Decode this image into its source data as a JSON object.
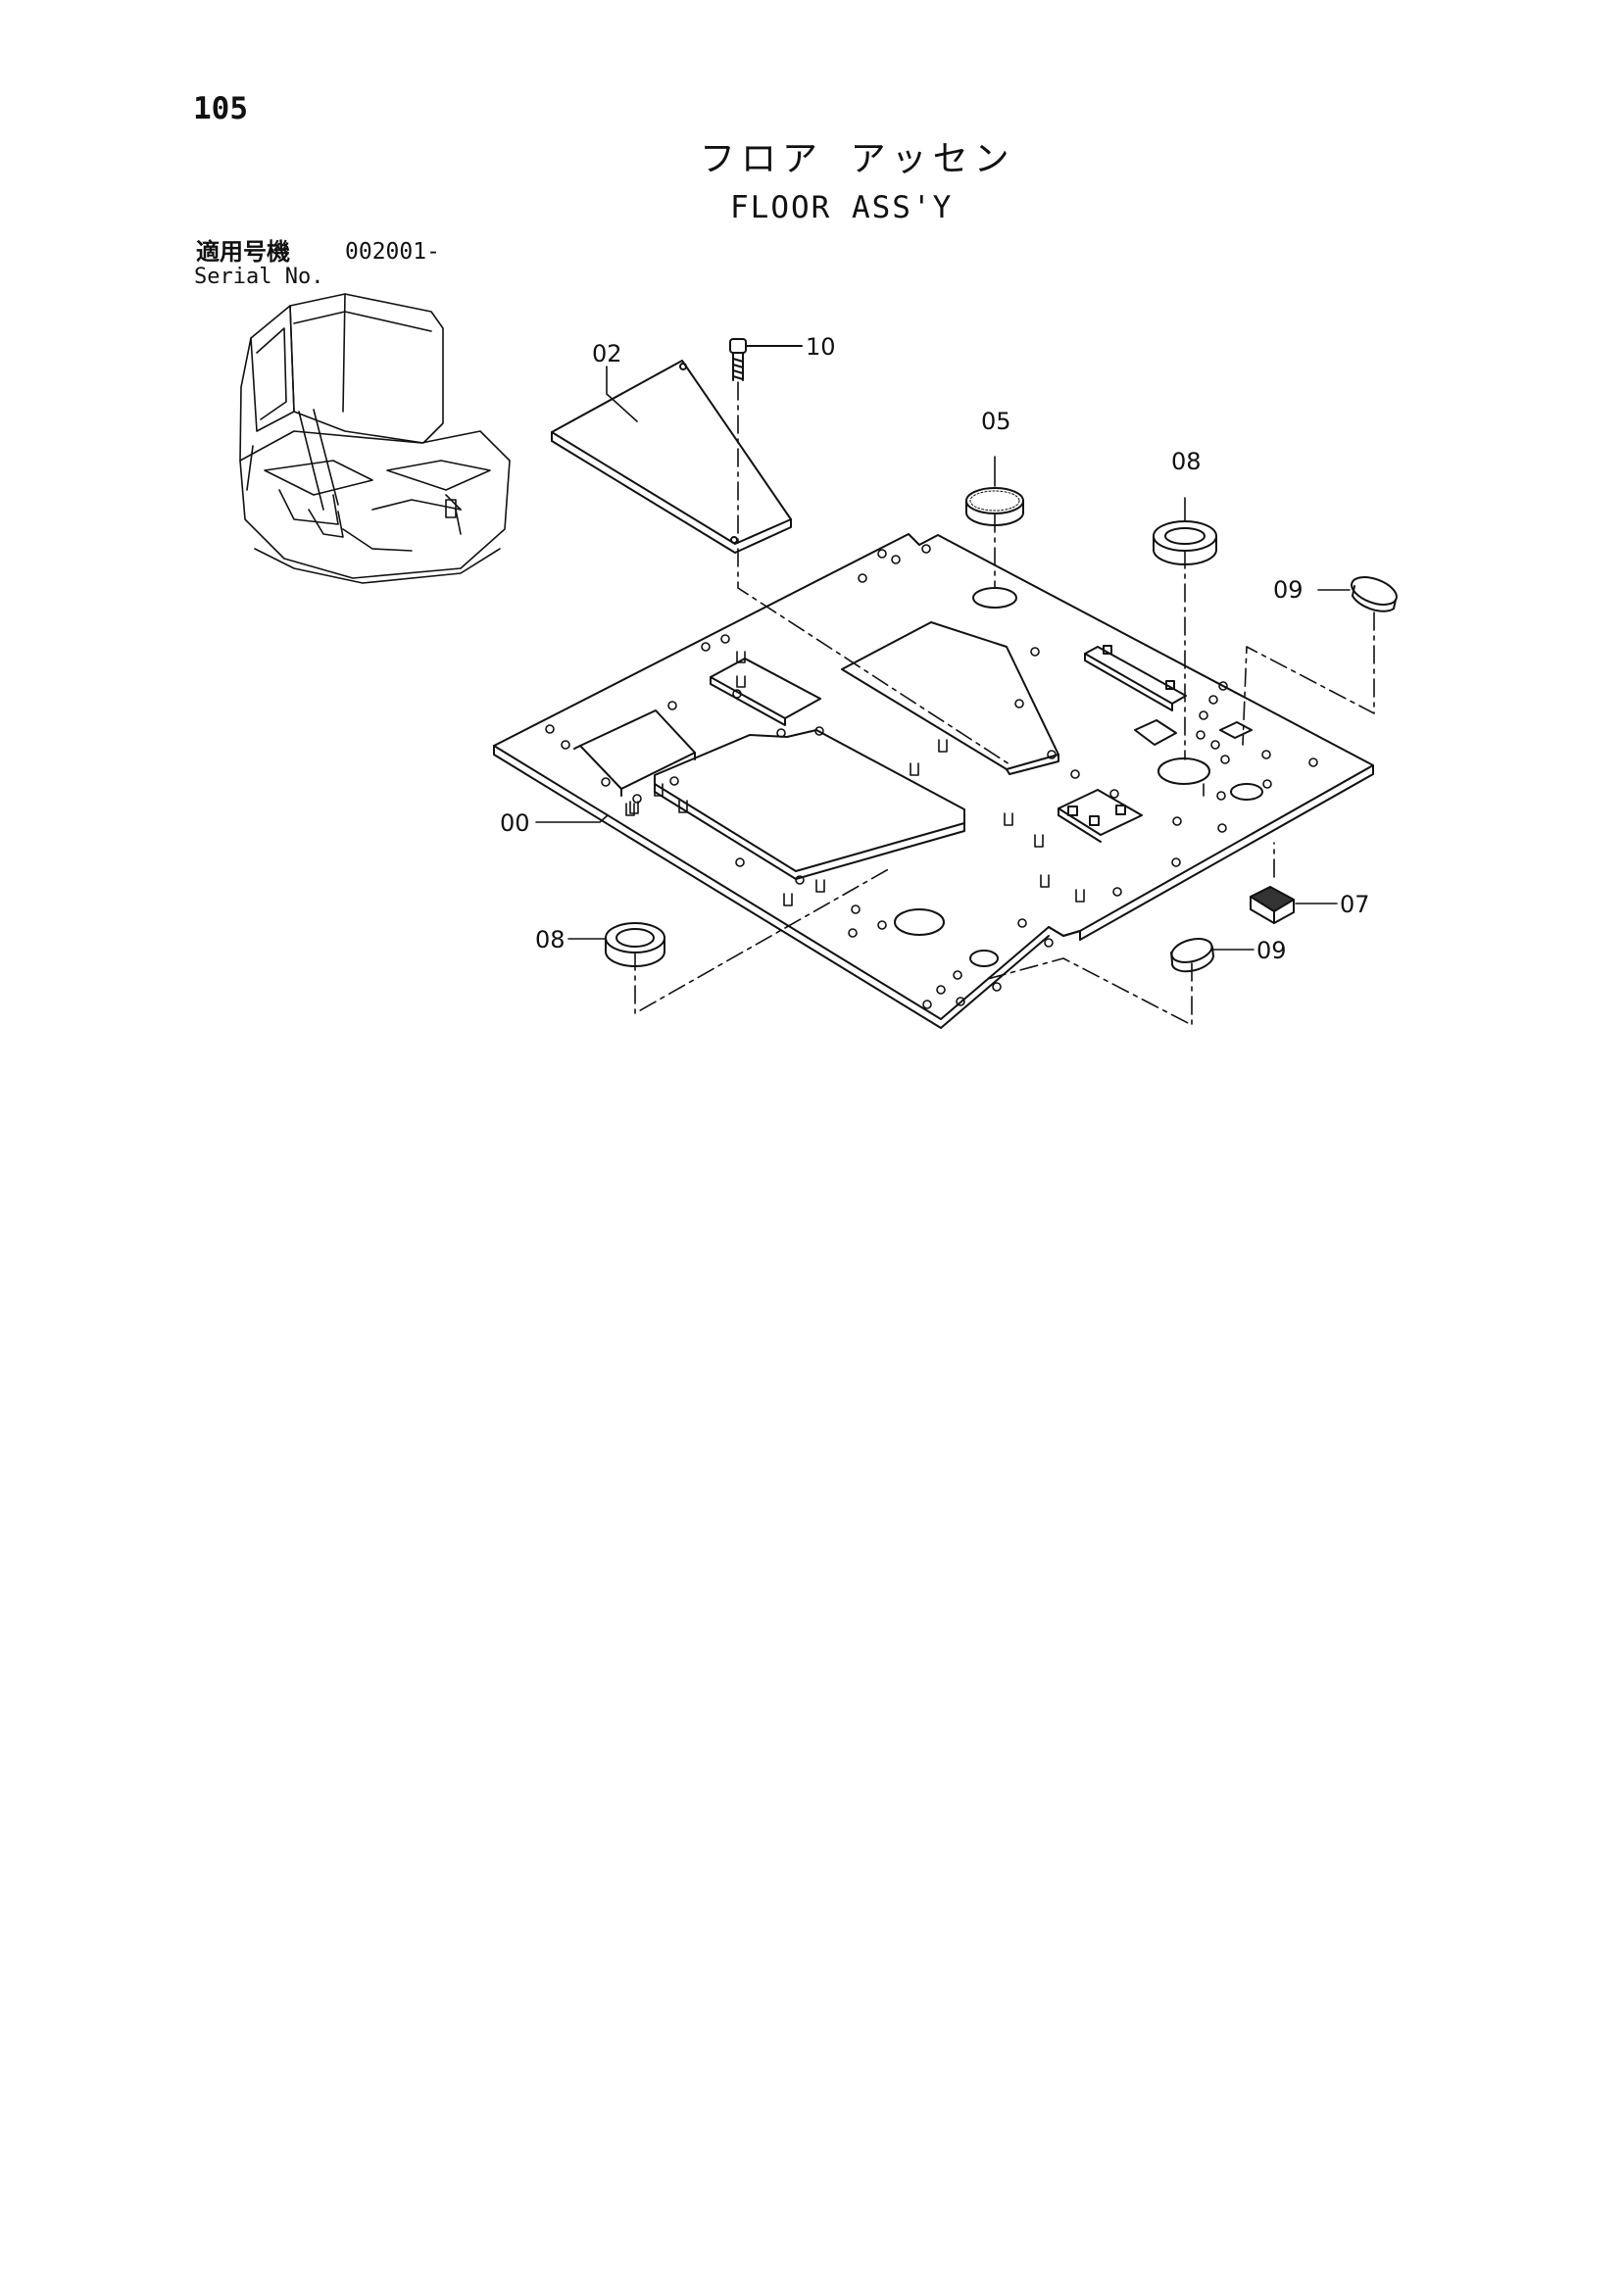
{
  "page": {
    "number": "105",
    "title_jp": "フロア アッセン",
    "title_en": "FLOOR ASS'Y"
  },
  "serial": {
    "label_jp": "適用号機",
    "value": "002001-",
    "label_en": "Serial No."
  },
  "parts": {
    "p00": "00",
    "p02": "02",
    "p05": "05",
    "p07": "07",
    "p08_top": "08",
    "p08_left": "08",
    "p09_top": "09",
    "p09_bottom": "09",
    "p10": "10"
  }
}
